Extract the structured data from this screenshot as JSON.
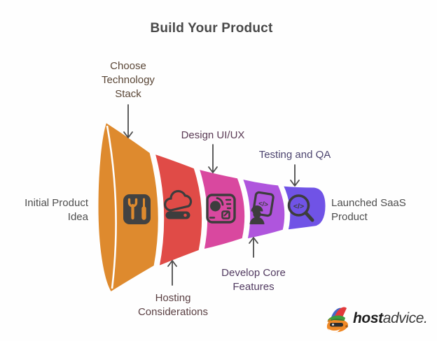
{
  "title": "Build Your Product",
  "diagram": {
    "type": "horizontal-funnel",
    "input_label": "Initial Product\nIdea",
    "output_label": "Launched SaaS\nProduct",
    "stages": [
      {
        "label": "Choose\nTechnology\nStack",
        "color": "#de8a2e",
        "icon": "tools-icon",
        "arrow": "down"
      },
      {
        "label": "Hosting\nConsiderations",
        "color": "#e04b47",
        "icon": "cloud-server-icon",
        "arrow": "up"
      },
      {
        "label": "Design UI/UX",
        "color": "#d9489f",
        "icon": "design-board-icon",
        "arrow": "down"
      },
      {
        "label": "Develop Core\nFeatures",
        "color": "#af55dd",
        "icon": "engineer-code-icon",
        "arrow": "up"
      },
      {
        "label": "Testing and QA",
        "color": "#7053e6",
        "icon": "code-search-icon",
        "arrow": "down"
      }
    ],
    "icon_glyphs": {
      "engineer_doc_code": "</>",
      "search_code": "</>"
    },
    "icon_ink": "#3d3d3d",
    "arrow_color": "#4d4d4d"
  },
  "logo": {
    "brand_bold": "host",
    "brand_rest": "advice.",
    "mascot": "fox-mascot-icon"
  }
}
